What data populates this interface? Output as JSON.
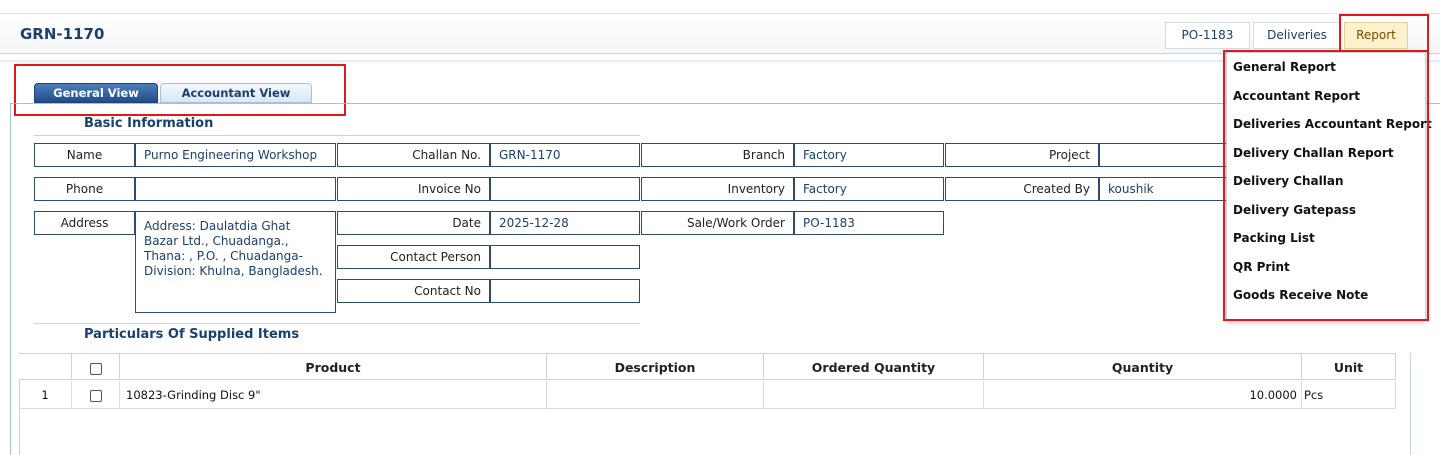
{
  "header": {
    "title": "GRN-1170",
    "buttons": {
      "po": "PO-1183",
      "deliveries": "Deliveries",
      "report": "Report"
    }
  },
  "report_menu": {
    "items": [
      "General Report",
      "Accountant Report",
      "Deliveries Accountant Report",
      "Delivery Challan Report",
      "Delivery Challan",
      "Delivery Gatepass",
      "Packing List",
      "QR Print",
      "Goods Receive Note"
    ]
  },
  "tabs": {
    "general": "General View",
    "accountant": "Accountant View"
  },
  "basic": {
    "section_title": "Basic Information",
    "name_label": "Name",
    "name_value": "Purno Engineering Workshop",
    "phone_label": "Phone",
    "phone_value": "",
    "address_label": "Address",
    "address_value": "Address: Daulatdia Ghat Bazar Ltd., Chuadanga., Thana: , P.O. , Chuadanga- Division: Khulna, Bangladesh.",
    "challan_label": "Challan No.",
    "challan_value": "GRN-1170",
    "invoice_label": "Invoice No",
    "invoice_value": "",
    "date_label": "Date",
    "date_value": "2025-12-28",
    "contact_person_label": "Contact Person",
    "contact_person_value": "",
    "contact_no_label": "Contact No",
    "contact_no_value": "",
    "branch_label": "Branch",
    "branch_value": "Factory",
    "inventory_label": "Inventory",
    "inventory_value": "Factory",
    "sale_label": "Sale/Work Order",
    "sale_value": "PO-1183",
    "project_label": "Project",
    "project_value": "",
    "created_by_label": "Created By",
    "created_by_value": "koushik"
  },
  "items": {
    "section_title": "Particulars Of Supplied Items",
    "columns": {
      "product": "Product",
      "description": "Description",
      "ordered_quantity": "Ordered Quantity",
      "quantity": "Quantity",
      "unit": "Unit"
    },
    "rows": [
      {
        "num": "1",
        "product": "10823-Grinding Disc 9\"",
        "description": "",
        "ordered_quantity": "",
        "quantity": "10.0000",
        "unit": "Pcs"
      }
    ]
  }
}
